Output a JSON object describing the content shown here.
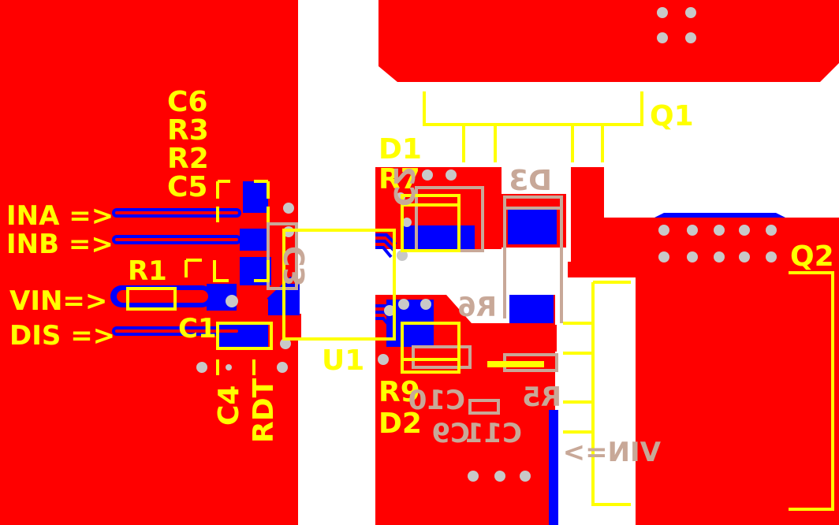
{
  "colors": {
    "background": "#ffffff",
    "top_copper": "#ff0000",
    "bottom_copper": "#0000ff",
    "top_silkscreen": "#ffff00",
    "bottom_silkscreen": "#c8a898",
    "via": "#c8c8c8"
  },
  "top_labels": {
    "c6": "C6",
    "r3": "R3",
    "r2": "R2",
    "c5": "C5",
    "r1": "R1",
    "c1": "C1",
    "c4": "C4",
    "rdt": "RDT",
    "d1": "D1",
    "r7": "R7",
    "u1": "U1",
    "r9": "R9",
    "d2": "D2",
    "q1": "Q1",
    "q2": "Q2"
  },
  "net_labels": {
    "ina": "INA =>",
    "inb": "INB =>",
    "vin": "VIN=>",
    "dis": "DIS =>"
  },
  "bottom_labels": {
    "d3": "D3",
    "c2": "C2",
    "c3": "C3",
    "r6": "R6",
    "r5": "R5",
    "c10": "C10",
    "c11": "C11",
    "c9": "C9",
    "vin": "VIN=>"
  }
}
